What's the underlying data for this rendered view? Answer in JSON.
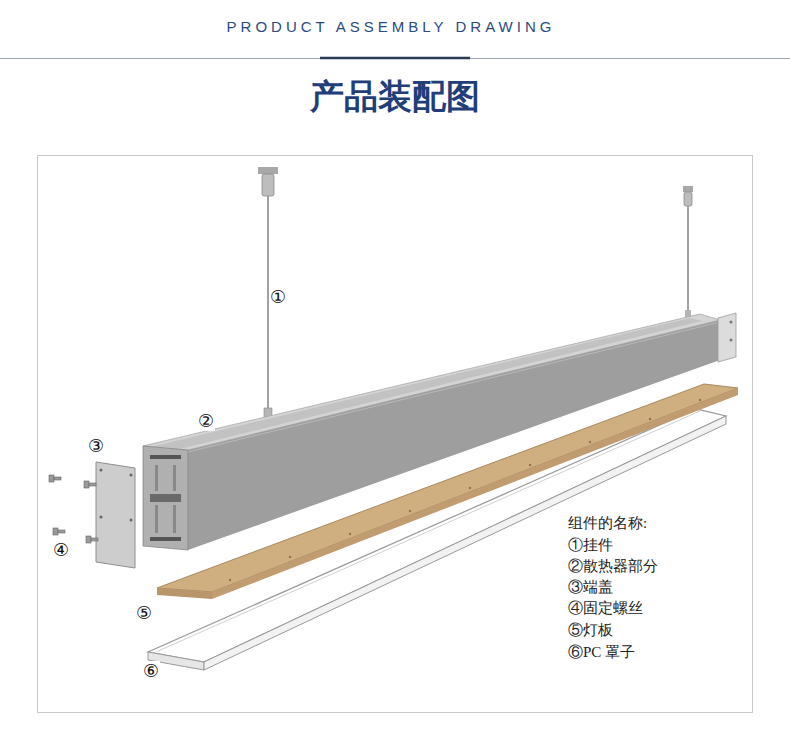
{
  "diagram": {
    "title": "产品装配图",
    "labels": [
      "PRODUCT ASSEMBLY DRAWING",
      "①",
      "②",
      "③",
      "④",
      "⑤",
      "⑥",
      "组件的名称:",
      "①挂件",
      "②散热器部分",
      "③端盖",
      "④固定螺丝",
      "⑤灯板",
      "⑥PC 罩子"
    ]
  }
}
